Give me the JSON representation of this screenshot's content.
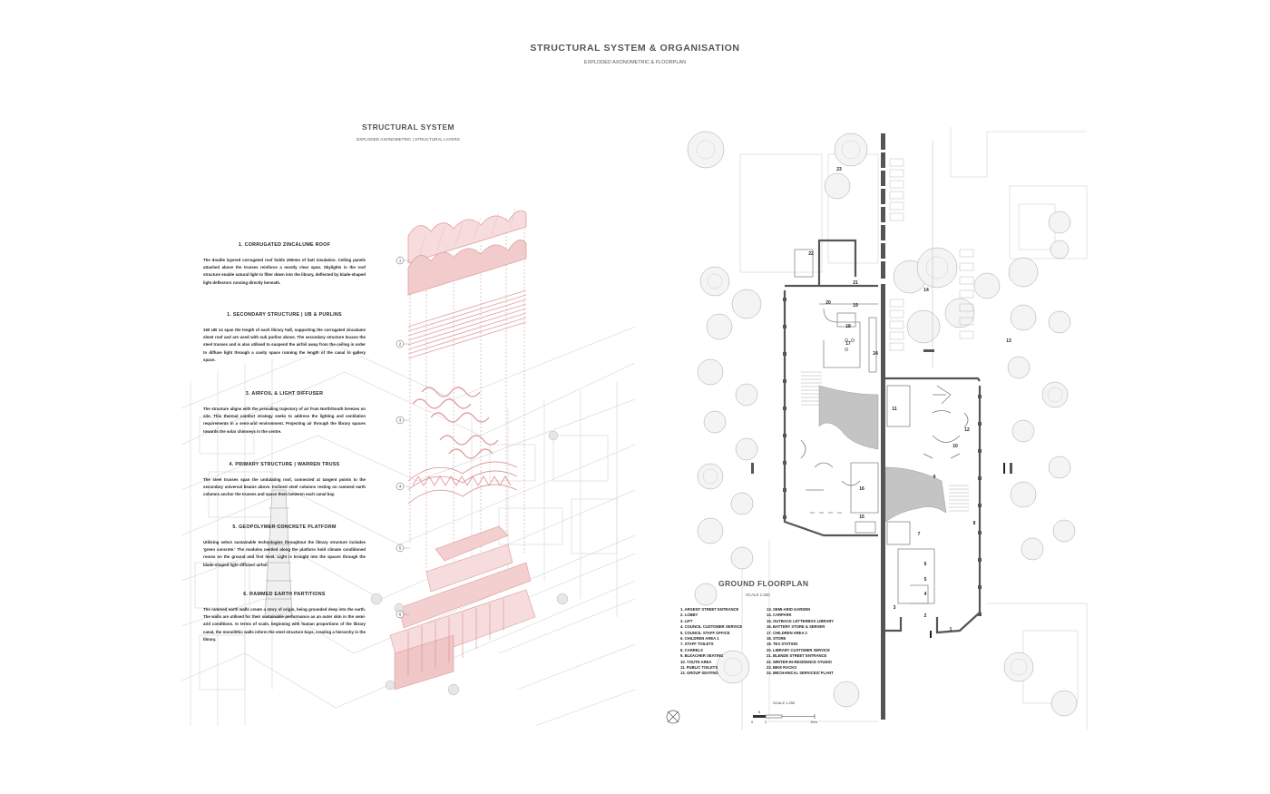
{
  "header": {
    "title": "STRUCTURAL SYSTEM & ORGANISATION",
    "subtitle": "EXPLODED AXONOMETRIC & FLOORPLAN"
  },
  "left_panel": {
    "title": "STRUCTURAL SYSTEM",
    "subtitle": "EXPLODED AXONOMETRIC | STRUCTURAL LAYERS",
    "markers": [
      "1",
      "2",
      "3",
      "4",
      "5",
      "6"
    ],
    "blocks": [
      {
        "heading": "1. CORRUGATED ZINCALUME ROOF",
        "text": "The double layered corrugated roof holds 250mm of batt insulation. Ceiling panels attached above the trusses reinforce a mostly clear span. Skylights in the roof structure enable natural light to filter down into the library, deflected by blade-shaped light deflectors running directly beneath."
      },
      {
        "heading": "1. SECONDARY STRUCTURE | UB & PURLINS",
        "text": "150 UB 14 span the length of each library half, supporting the corrugated zincalume sheet roof and are used with sub purlins above. The secondary structure braces the steel trusses and is also utilised to suspend the airfoil away from the ceiling in order to diffuse light through a cavity space running the length of the canal to gallery space."
      },
      {
        "heading": "3. AIRFOIL & LIGHT DIFFUSER",
        "text": "The structure aligns with the prevailing trajectory of air from North/South breezes on site. This thermal comfort strategy seeks to address the lighting and ventilation requirements in a semi-arid environment. Projecting air through the library spaces towards the solar chimneys in the centre."
      },
      {
        "heading": "4. PRIMARY STRUCTURE | WARREN TRUSS",
        "text": "The steel trusses span the undulating roof, connected at tangent points to the secondary universal beams above. Inclined steel columns resting on rammed earth columns anchor the trusses and space them between each canal bay."
      },
      {
        "heading": "5. GEOPOLYMER CONCRETE PLATFORM",
        "text": "Utilising select sustainable technologies throughout the library structure includes 'green concrete.' The modules nestled along the platform hold climate conditioned rooms on the ground and first level. Light is brought into the spaces through the blade-shaped light diffuser/ airfoil."
      },
      {
        "heading": "6. RAMMED EARTH PARTITIONS",
        "text": "The rammed earth walls create a story of origin, being grounded deep into the earth. The walls are utilised for their sustainable performance as an outer skin in the semi-arid conditions. In terms of scale, beginning with human proportions of the library canal, the monolithic walls inform the steel structure bays, creating a hierarchy in the library."
      }
    ]
  },
  "right_panel": {
    "title": "GROUND FLOORPLAN",
    "scale_label": "SCALE 1:250",
    "legend_col1": [
      "1. ARGENT STREET ENTRANCE",
      "2. LOBBY",
      "3. LIFT",
      "4. COUNCIL CUSTOMER SERVICE",
      "5. COUNCIL STAFF OFFICE",
      "6. CHILDREN AREA 1",
      "7. STAFF TOILETS",
      "8. CARRELS",
      "9. BLEACHER SEATING",
      "10. YOUTH AREA",
      "11. PUBLIC TOILETS",
      "12. GROUP SEATING"
    ],
    "legend_col2": [
      "13. SEMI-ARID GARDEN",
      "14. CARPARK",
      "15. OUTBACK LETTERBOX LIBRARY",
      "16. BATTERY STORE & SERVER",
      "17. CHILDREN AREA 2",
      "18. STORE",
      "19. TEA STATION",
      "20. LIBRARY CUSTOMER SERVICE",
      "21. BLENDE STREET ENTRANCE",
      "22. WRITER-IN-RESIDENCE STUDIO",
      "23. BIKE RACKS",
      "24. MECHANICAL SERVICES/ PLANT"
    ],
    "room_labels": [
      "1",
      "2",
      "3",
      "4",
      "5",
      "6",
      "7",
      "8",
      "9",
      "10",
      "11",
      "12",
      "13",
      "14",
      "15",
      "16",
      "17",
      "18",
      "19",
      "20",
      "21",
      "22",
      "23",
      "24"
    ],
    "scalebar": {
      "title": "SCALE 1:250",
      "ticks": [
        "0",
        "2",
        "10m"
      ],
      "mid": "5"
    }
  },
  "colors": {
    "accent_pink": "#e8a8a8",
    "pink_fill": "#f6dcdc",
    "wall_dark": "#555555",
    "line_grey": "#bbbbbb",
    "text_dark": "#333333"
  }
}
